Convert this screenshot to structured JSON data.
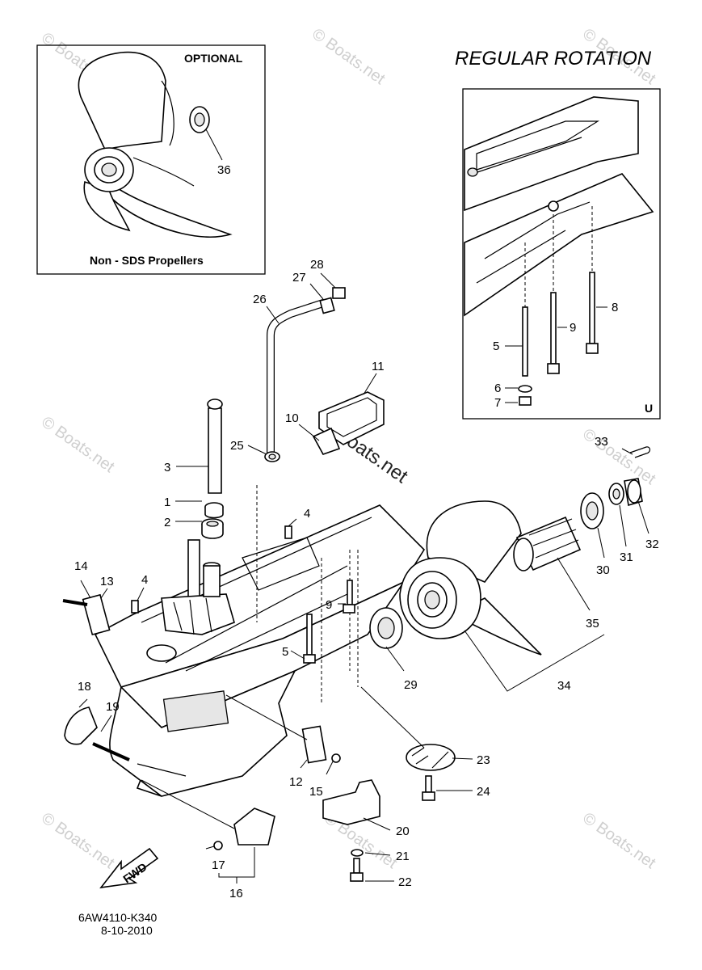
{
  "header": {
    "title": "REGULAR ROTATION"
  },
  "optional_box": {
    "title": "OPTIONAL",
    "caption": "Non - SDS Propellers"
  },
  "inset_box": {
    "corner_mark": "U"
  },
  "watermarks": {
    "text": "© Boats.net",
    "center": "©Boats.net"
  },
  "fwd_arrow": {
    "label": "FWD"
  },
  "footer": {
    "code": "6AW4110-K340",
    "date": "8-10-2010"
  },
  "callouts": {
    "p1": "1",
    "p2": "2",
    "p3": "3",
    "p4a": "4",
    "p4b": "4",
    "p5": "5",
    "p5i": "5",
    "p6": "6",
    "p7": "7",
    "p8": "8",
    "p9": "9",
    "p9i": "9",
    "p10": "10",
    "p11": "11",
    "p12": "12",
    "p13": "13",
    "p14": "14",
    "p15": "15",
    "p16": "16",
    "p17": "17",
    "p18": "18",
    "p19": "19",
    "p20": "20",
    "p21": "21",
    "p22": "22",
    "p23": "23",
    "p24": "24",
    "p25": "25",
    "p26": "26",
    "p27": "27",
    "p28": "28",
    "p29": "29",
    "p30": "30",
    "p31": "31",
    "p32": "32",
    "p33": "33",
    "p34": "34",
    "p35": "35",
    "p36": "36"
  }
}
